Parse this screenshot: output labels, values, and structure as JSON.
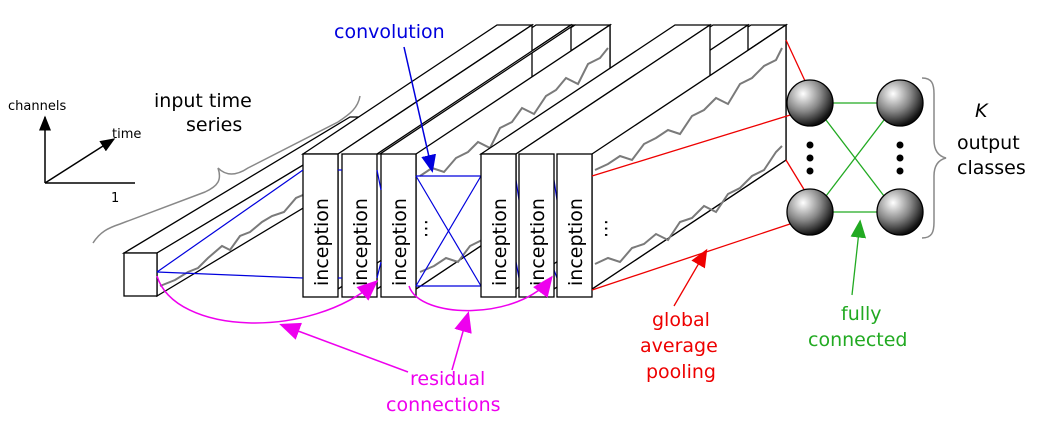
{
  "labels": {
    "input_time_series_1": "input time",
    "input_time_series_2": "series",
    "convolution": "convolution",
    "residual_1": "residual",
    "residual_2": "connections",
    "gap_1": "global",
    "gap_2": "average",
    "gap_3": "pooling",
    "fc_1": "fully",
    "fc_2": "connected",
    "k": "K",
    "output_1": "output",
    "output_2": "classes",
    "inception": "inception",
    "axis_channels": "channels",
    "axis_time": "time",
    "axis_one": "1",
    "dots": "⋯"
  },
  "colors": {
    "convolution": "#0000dd",
    "residual": "#ee00ee",
    "pooling": "#ee0000",
    "fully_connected": "#22aa22",
    "series": "#7a7a7a"
  }
}
